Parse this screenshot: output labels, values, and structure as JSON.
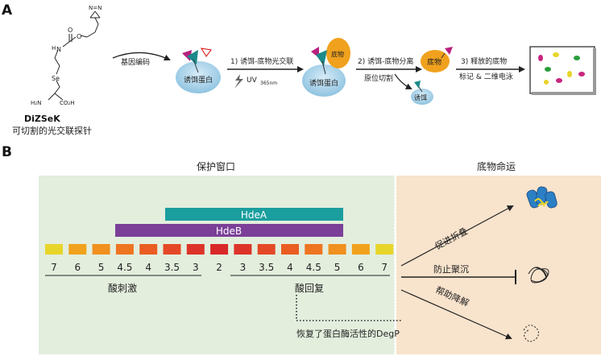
{
  "panelA": {
    "label": "A",
    "probe_name": "DiZSeK",
    "probe_caption": "可切割的光交联探针",
    "chem": {
      "se": "Se",
      "h2n": "H₂N",
      "co2h": "CO₂H",
      "o": "O",
      "h": "H",
      "n": "N",
      "diazirine": "N=N"
    },
    "step_genetic": "基因编码",
    "bait_label": "诱饵蛋白",
    "step1": "1) 诱饵-底物光交联",
    "uv": "UV",
    "uv_sub": "365nm",
    "substrate": "底物",
    "bait2": "诱饵蛋白",
    "step2_line1": "2) 诱饵-底物分离",
    "step2_line2": "原位切割",
    "bait_small": "诱饵",
    "substrate2": "底物",
    "step3_line1": "3) 释放的底物",
    "step3_line2": "标记 & 二维电泳"
  },
  "panelB": {
    "label": "B",
    "protect_window": "保护窗口",
    "substrate_fate": "底物命运",
    "hdeA": "HdeA",
    "hdeB": "HdeB",
    "ph_values": [
      "7",
      "6",
      "5",
      "4.5",
      "4",
      "3.5",
      "3",
      "2",
      "3",
      "3.5",
      "4",
      "4.5",
      "5",
      "6",
      "7"
    ],
    "ph_colors": [
      "#e8d52a",
      "#f0a21c",
      "#f0901e",
      "#ee7420",
      "#ea5c22",
      "#e44826",
      "#dd3328",
      "#d82828",
      "#dd3328",
      "#e44826",
      "#ea5c22",
      "#ee7420",
      "#f0901e",
      "#f0a21c",
      "#e8d52a"
    ],
    "acid_stress": "酸刺激",
    "acid_recovery": "酸回复",
    "degp_note": "恢复了蛋白酶活性的DegP",
    "fate1": "促进折叠",
    "fate2": "防止聚沉",
    "fate3": "帮助降解",
    "colors": {
      "hdeA": "#1b9e9e",
      "hdeB": "#7b3f98",
      "protect_bg": "#e3eedd",
      "fate_bg": "#f8e3cc"
    }
  }
}
